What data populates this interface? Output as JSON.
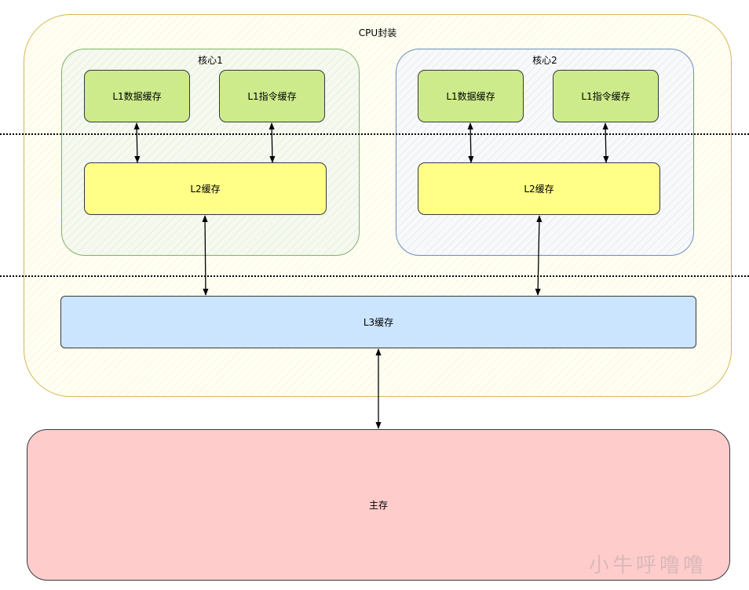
{
  "cpu_package": {
    "title": "CPU封装"
  },
  "core1": {
    "title": "核心1",
    "l1_data": "L1数据缓存",
    "l1_instr": "L1指令缓存",
    "l2": "L2缓存"
  },
  "core2": {
    "title": "核心2",
    "l1_data": "L1数据缓存",
    "l1_instr": "L1指令缓存",
    "l2": "L2缓存"
  },
  "l3": "L3缓存",
  "main_memory": "主存",
  "watermark": "小牛呼噜噜",
  "colors": {
    "cpu_border": "#d6b656",
    "core1_border": "#82b366",
    "core2_border": "#6c8ebf",
    "l1_fill": "#cdeb8b",
    "l2_fill": "#ffff88",
    "l3_fill": "#cce5ff",
    "main_memory_fill": "#ffcccc"
  }
}
